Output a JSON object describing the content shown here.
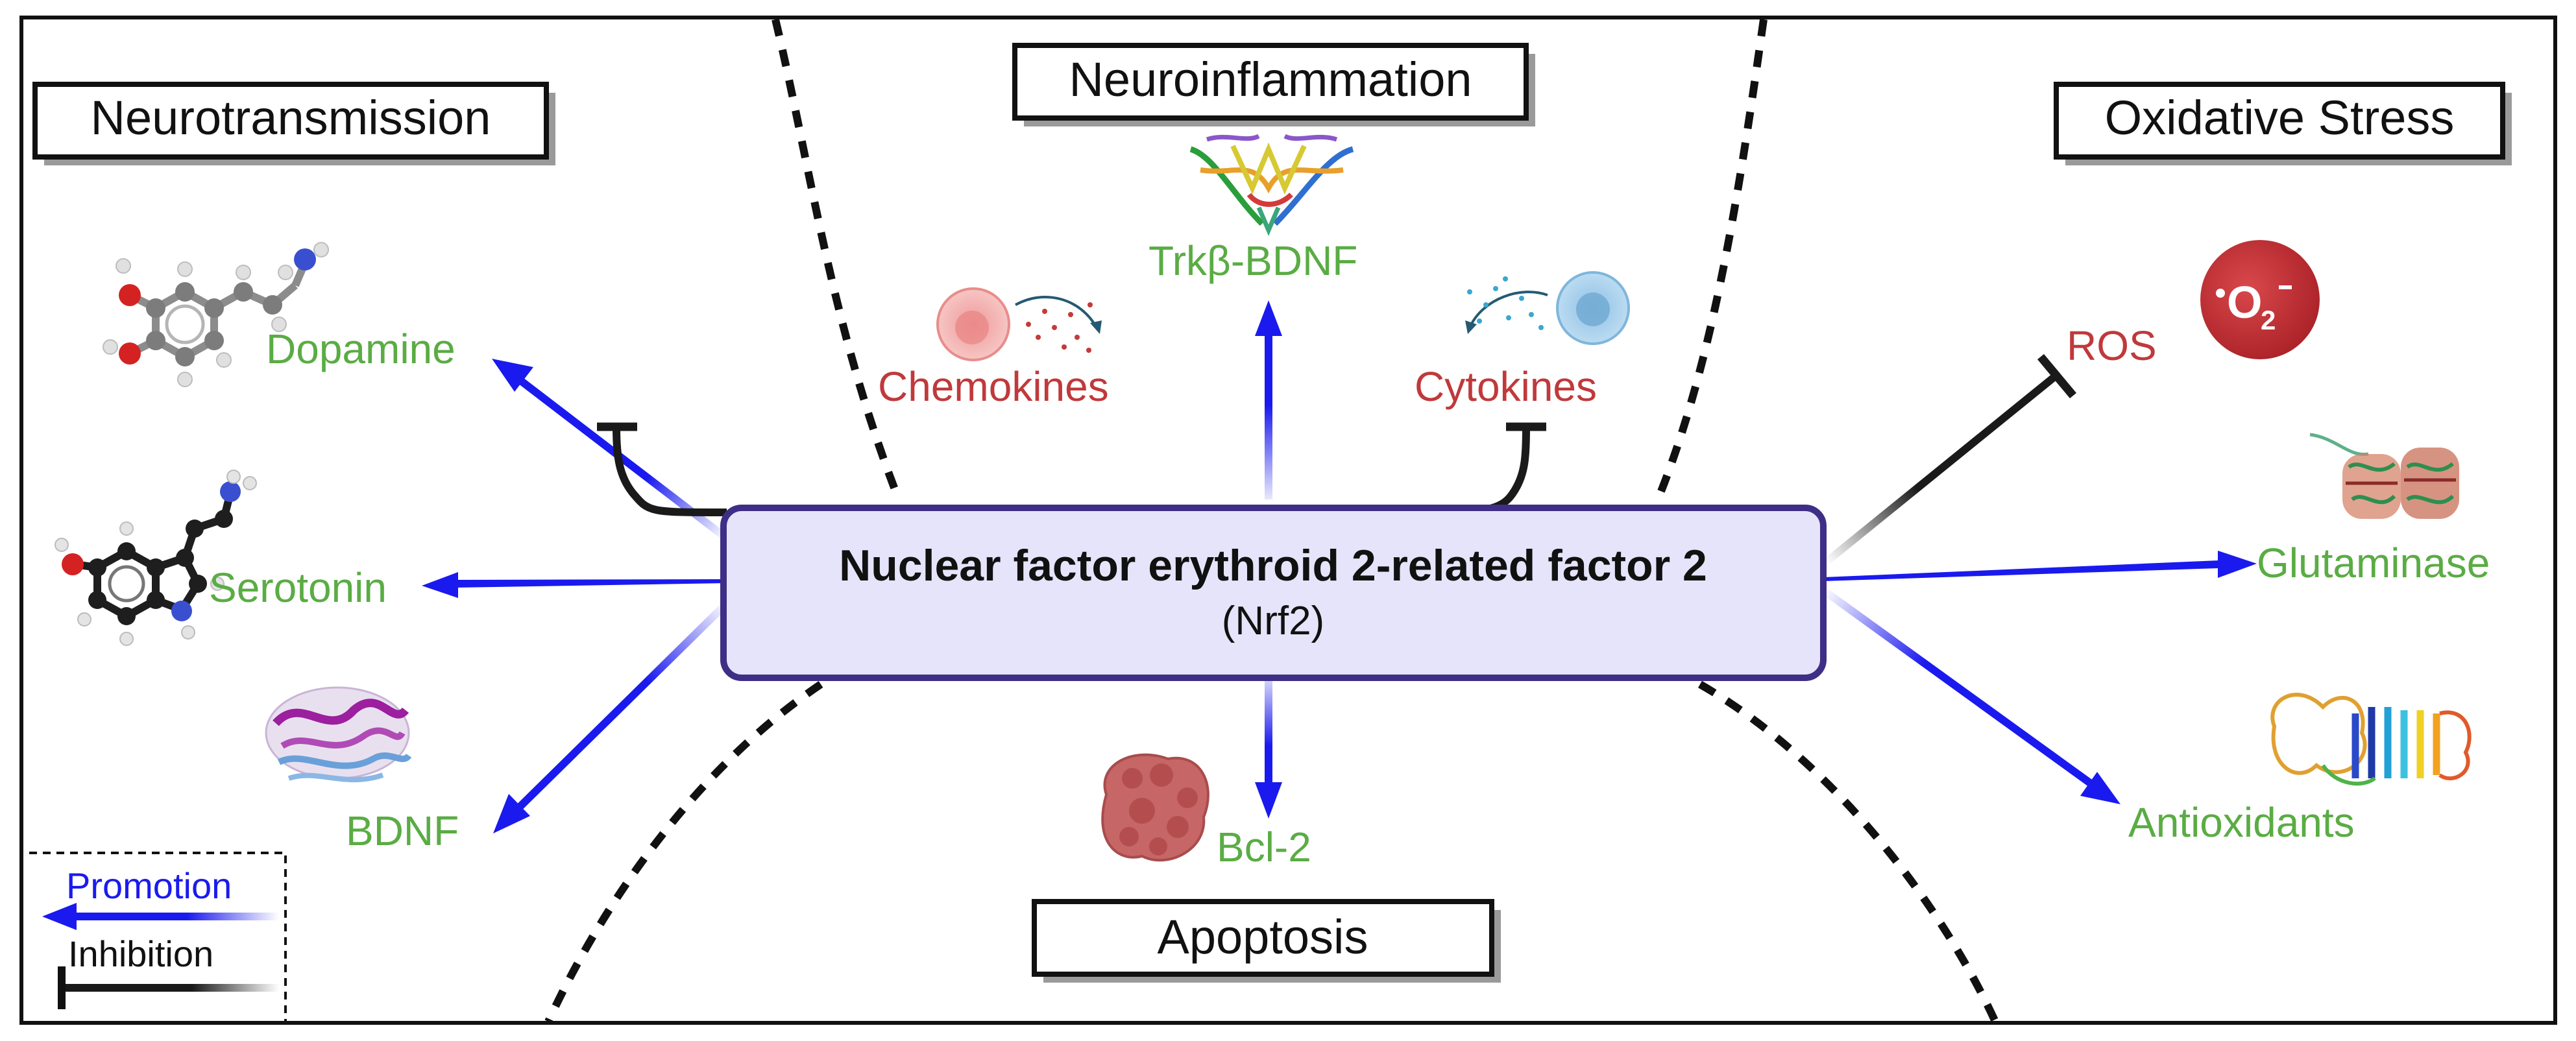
{
  "center": {
    "title": "Nuclear factor erythroid 2-related factor 2",
    "subtitle": "(Nrf2)"
  },
  "sections": {
    "neurotransmission": "Neurotransmission",
    "neuroinflammation": "Neuroinflammation",
    "oxidative_stress": "Oxidative Stress",
    "apoptosis": "Apoptosis"
  },
  "targets": {
    "dopamine": "Dopamine",
    "serotonin": "Serotonin",
    "bdnf": "BDNF",
    "chemokines": "Chemokines",
    "trkb_bdnf": "Trkβ-BDNF",
    "cytokines": "Cytokines",
    "bcl2": "Bcl-2",
    "ros": "ROS",
    "glutaminase": "Glutaminase",
    "antioxidants": "Antioxidants",
    "superoxide": "O",
    "superoxide_sub": "2"
  },
  "legend": {
    "promotion": "Promotion",
    "inhibition": "Inhibition"
  },
  "colors": {
    "promotion": "#1a1aee",
    "inhibition": "#1a1a1a",
    "green_label": "#5aac44",
    "red_label": "#c0393b",
    "center_fill": "#e6e4fa",
    "center_stroke": "#3f2e86"
  }
}
